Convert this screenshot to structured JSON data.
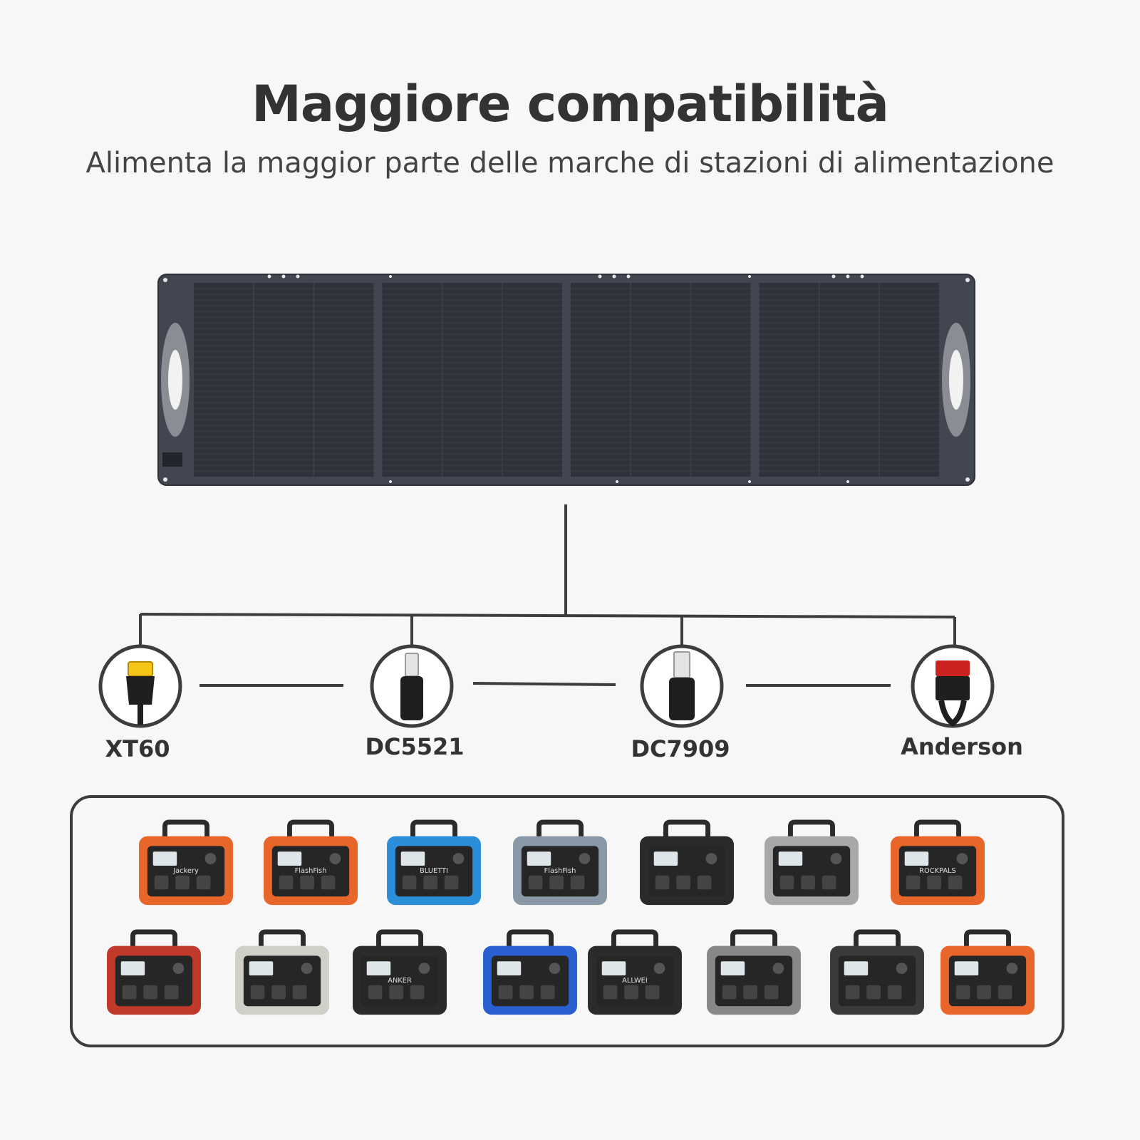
{
  "header": {
    "title": "Maggiore compatibilità",
    "subtitle": "Alimenta la maggior parte delle marche di stazioni di alimentazione"
  },
  "solar_panel": {
    "icon": "solar-panel-icon",
    "panels": 4
  },
  "connectors": [
    {
      "label": "XT60",
      "icon": "xt60-connector-icon",
      "color": "#f5c518"
    },
    {
      "label": "DC5521",
      "icon": "dc5521-connector-icon",
      "color": "#222222"
    },
    {
      "label": "DC7909",
      "icon": "dc7909-connector-icon",
      "color": "#222222"
    },
    {
      "label": "Anderson",
      "icon": "anderson-connector-icon",
      "color": "#cc2222"
    }
  ],
  "devices": {
    "row1": [
      {
        "icon": "power-station-icon",
        "brand": "Jackery",
        "color": "#e8662a"
      },
      {
        "icon": "power-station-icon",
        "brand": "FlashFish",
        "color": "#e8662a"
      },
      {
        "icon": "power-station-icon",
        "brand": "BLUETTI",
        "color": "#2a8fd8"
      },
      {
        "icon": "power-station-icon",
        "brand": "FlashFish",
        "color": "#8a99a8"
      },
      {
        "icon": "power-station-icon",
        "brand": "",
        "color": "#2b2b2b"
      },
      {
        "icon": "power-station-icon",
        "brand": "",
        "color": "#a8a8a8"
      },
      {
        "icon": "power-station-icon",
        "brand": "ROCKPALS",
        "color": "#e8662a"
      }
    ],
    "row2": [
      {
        "icon": "power-station-icon",
        "brand": "",
        "color": "#c0392b"
      },
      {
        "icon": "power-station-icon",
        "brand": "",
        "color": "#d0d0c8"
      },
      {
        "icon": "power-station-icon",
        "brand": "ANKER",
        "color": "#2b2b2b"
      },
      {
        "icon": "power-station-icon",
        "brand": "",
        "color": "#2a5fd0"
      },
      {
        "icon": "power-station-icon",
        "brand": "ALLWEI",
        "color": "#2b2b2b"
      },
      {
        "icon": "power-station-icon",
        "brand": "",
        "color": "#888888"
      },
      {
        "icon": "power-station-icon",
        "brand": "",
        "color": "#3a3a3a"
      },
      {
        "icon": "power-station-icon",
        "brand": "",
        "color": "#e8662a"
      }
    ]
  }
}
